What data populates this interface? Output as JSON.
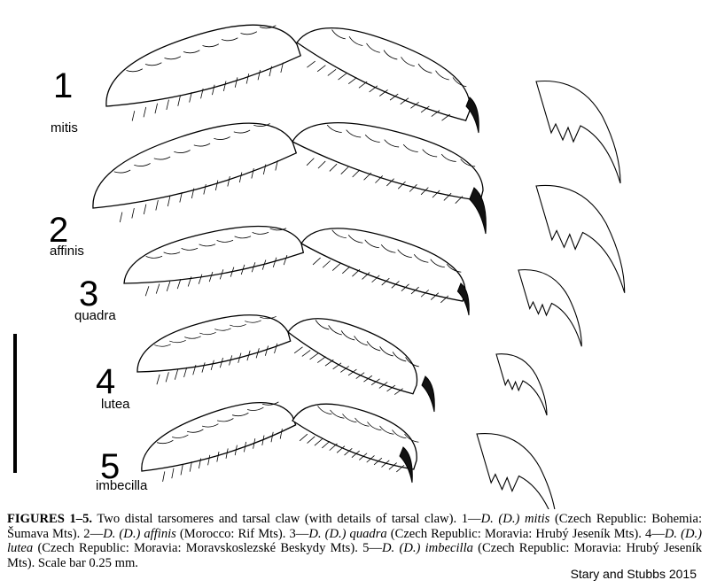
{
  "figures": [
    {
      "number": "1",
      "species": "mitis"
    },
    {
      "number": "2",
      "species": "affinis"
    },
    {
      "number": "3",
      "species": "quadra"
    },
    {
      "number": "4",
      "species": "lutea"
    },
    {
      "number": "5",
      "species": "imbecilla"
    }
  ],
  "caption": {
    "label": "FIGURES 1–5.",
    "intro": " Two distal tarsomeres and tarsal claw (with details of tarsal claw). 1—",
    "sp1": "D. (D.) mitis",
    "loc1": " (Czech Republic: Bohemia: Šumava Mts). 2—",
    "sp2": "D. (D.) affinis",
    "loc2": " (Morocco: Rif Mts). 3—",
    "sp3": "D. (D.) quadra",
    "loc3": " (Czech Republic: Moravia: Hrubý Jeseník Mts). 4—",
    "sp4": "D. (D.) lutea",
    "loc4": " (Czech Republic: Moravia: Moravskoslezské Beskydy Mts). 5—",
    "sp5": "D. (D.) imbecilla",
    "loc5": " (Czech Republic: Moravia: Hrubý Jeseník Mts). Scale bar 0.25 mm."
  },
  "credit": "Stary and Stubbs 2015",
  "scale_bar": "0.25 mm"
}
